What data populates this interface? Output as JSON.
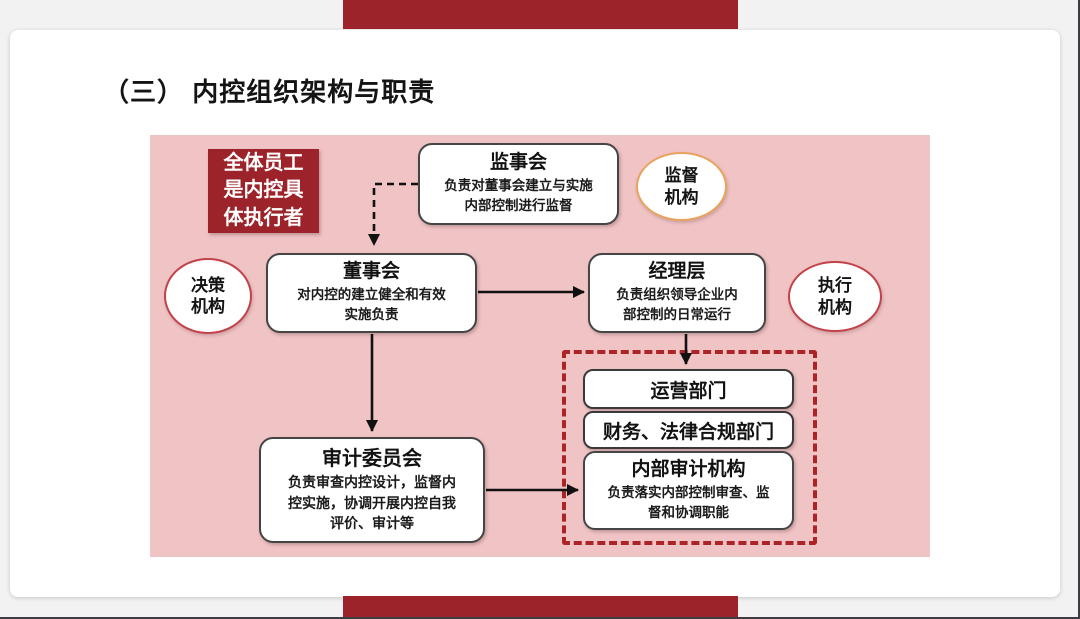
{
  "slide": {
    "title": "（三） 内控组织架构与职责"
  },
  "colors": {
    "accent_red": "#9c2329",
    "panel_pink": "#f0c3c5",
    "dashed_group_red": "#ab2428",
    "ellipse_red": "#c2424a",
    "ellipse_orange": "#e9a35f",
    "connector_black": "#111111"
  },
  "badge": {
    "lines": [
      "全体员工",
      "是内控具",
      "体执行者"
    ]
  },
  "ellipses": {
    "supervision": {
      "lines": [
        "监督",
        "机构"
      ]
    },
    "decision": {
      "lines": [
        "决策",
        "机构"
      ]
    },
    "execution": {
      "lines": [
        "执行",
        "机构"
      ]
    }
  },
  "nodes": {
    "supervisory_board": {
      "title": "监事会",
      "desc_lines": [
        "负责对董事会建立与实施",
        "内部控制进行监督"
      ]
    },
    "board_of_directors": {
      "title": "董事会",
      "desc_lines": [
        "对内控的建立健全和有效",
        "实施负责"
      ]
    },
    "management": {
      "title": "经理层",
      "desc_lines": [
        "负责组织领导企业内",
        "部控制的日常运行"
      ]
    },
    "audit_committee": {
      "title": "审计委员会",
      "desc_lines": [
        "负责审查内控设计，监督内",
        "控实施，协调开展内控自我",
        "评价、审计等"
      ]
    },
    "operations_dept": {
      "title": "运营部门"
    },
    "finance_legal_dept": {
      "title": "财务、法律合规部门"
    },
    "internal_audit": {
      "title": "内部审计机构",
      "desc_lines": [
        "负责落实内部控制审查、监",
        "督和协调职能"
      ]
    }
  }
}
